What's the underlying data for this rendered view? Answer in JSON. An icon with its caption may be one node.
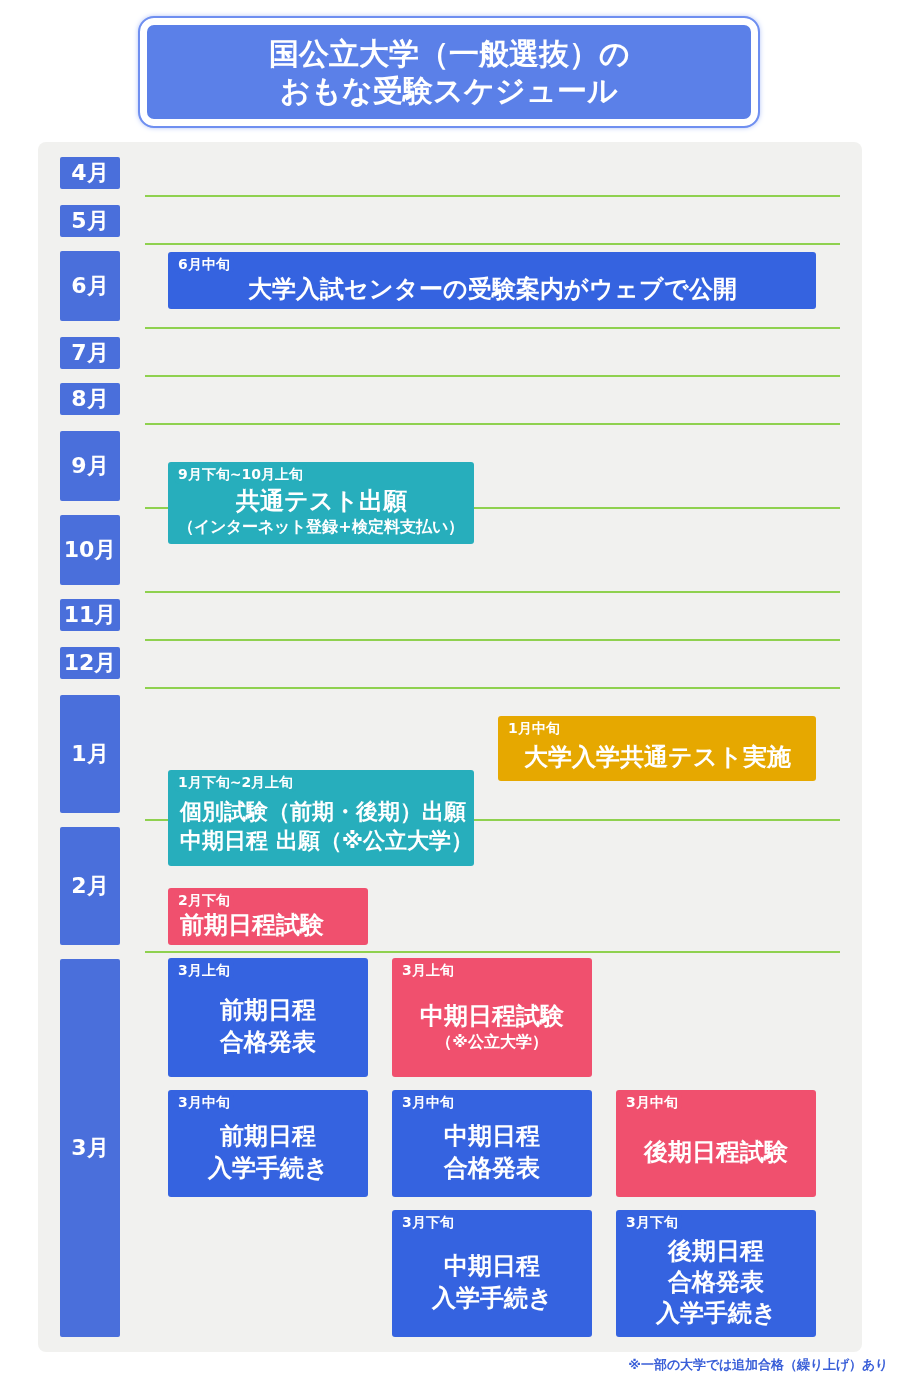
{
  "diagram": {
    "title": "国公立大学（一般選抜）のおもな受験スケジュール",
    "caption": "※一部の大学では追加合格（繰り上げ）あり",
    "nodes": [
      {
        "text": [
          "4月"
        ]
      },
      {
        "text": [
          "5月"
        ]
      },
      {
        "text": [
          "6月"
        ]
      },
      {
        "text": [
          "7月"
        ]
      },
      {
        "text": [
          "8月"
        ]
      },
      {
        "text": [
          "9月"
        ]
      },
      {
        "text": [
          "10月"
        ]
      },
      {
        "text": [
          "11月"
        ]
      },
      {
        "text": [
          "12月"
        ]
      },
      {
        "text": [
          "1月"
        ]
      },
      {
        "text": [
          "2月"
        ]
      },
      {
        "text": [
          "3月"
        ]
      },
      {
        "text": [
          "6月中旬",
          "大学入試センターの受験案内がウェブで公開"
        ]
      },
      {
        "text": [
          "9月下旬~10月上旬",
          "共通テスト出願",
          "（インターネット登録+検定料支払い）"
        ]
      },
      {
        "text": [
          "1月中旬",
          "大学入学共通テスト実施"
        ]
      },
      {
        "text": [
          "1月下旬~2月上旬",
          "個別試験（前期・後期）出願",
          "中期日程 出願（※公立大学）"
        ]
      },
      {
        "text": [
          "2月下旬",
          "前期日程試験"
        ]
      },
      {
        "text": [
          "3月上旬",
          "前期日程",
          "合格発表"
        ]
      },
      {
        "text": [
          "3月上旬",
          "中期日程試験",
          "（※公立大学）"
        ]
      },
      {
        "text": [
          "3月中旬",
          "前期日程",
          "入学手続き"
        ]
      },
      {
        "text": [
          "3月中旬",
          "中期日程",
          "合格発表"
        ]
      },
      {
        "text": [
          "3月中旬",
          "後期日程試験"
        ]
      },
      {
        "text": [
          "3月下旬",
          "中期日程",
          "入学手続き"
        ]
      },
      {
        "text": [
          "3月下旬",
          "後期日程",
          "合格発表",
          "入学手続き"
        ]
      }
    ],
    "edges": []
  }
}
